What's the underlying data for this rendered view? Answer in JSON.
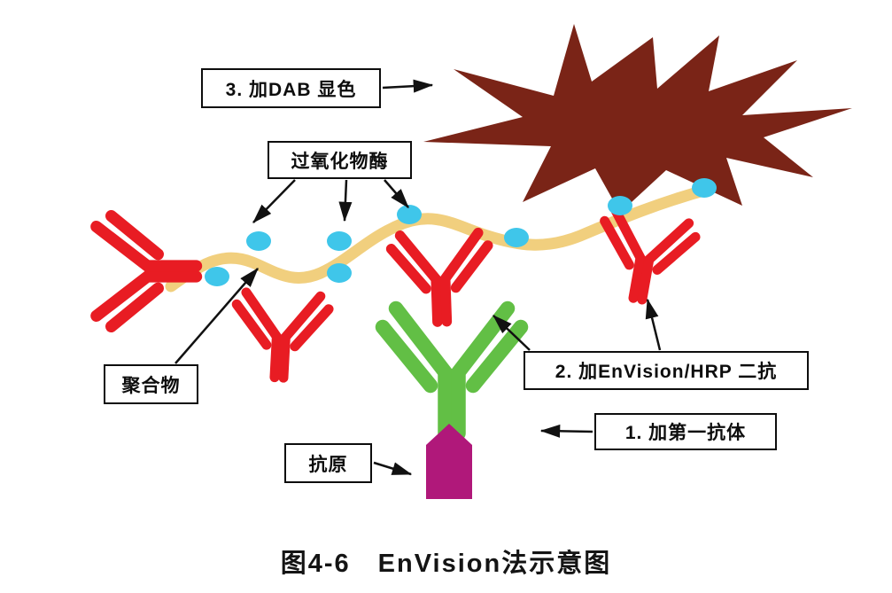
{
  "figure": {
    "caption": "图4-6　EnVision法示意图"
  },
  "labels": {
    "step3_dab": "3. 加DAB 显色",
    "peroxidase": "过氧化物酶",
    "polymer": "聚合物",
    "step2_secondary": "2. 加EnVision/HRP 二抗",
    "step1_primary": "1. 加第一抗体",
    "antigen": "抗原"
  },
  "icons": {
    "burst": "dab-color-burst",
    "enzyme_dot": "peroxidase-enzyme-dot",
    "polymer_strand": "polymer-strand",
    "secondary_antibody": "red-secondary-antibody",
    "primary_antibody": "green-primary-antibody",
    "antigen_shape": "magenta-antigen"
  },
  "colors": {
    "burst": "#7a2417",
    "polymer": "#f1cf7e",
    "enzyme": "#3fc6ea",
    "secondary_antibody": "#e81c23",
    "primary_antibody": "#62bf45",
    "antigen": "#b0187a",
    "ink": "#111111"
  }
}
